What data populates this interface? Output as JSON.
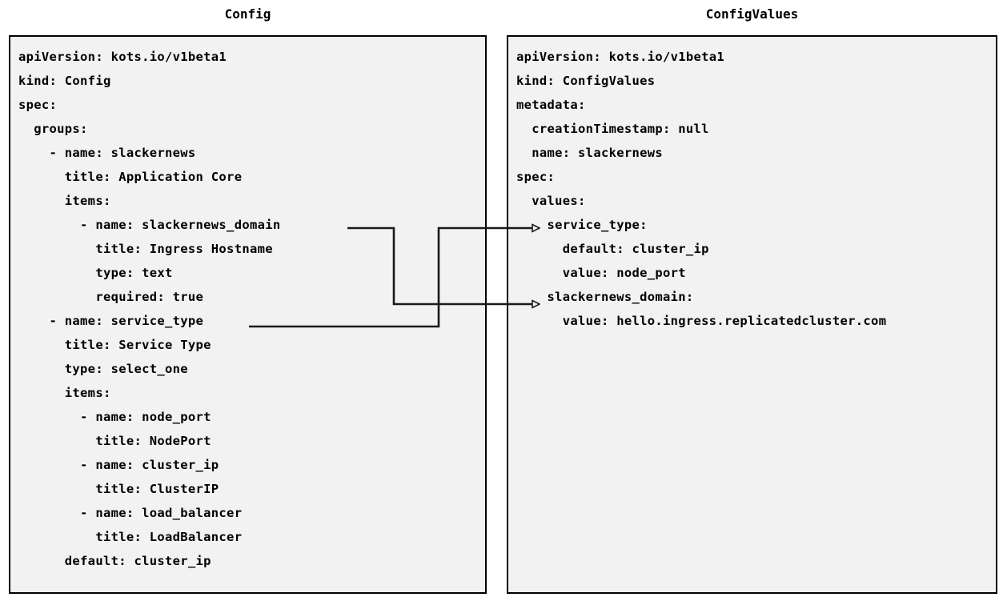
{
  "panels": {
    "left": {
      "title": "Config",
      "lines": [
        "apiVersion: kots.io/v1beta1",
        "kind: Config",
        "spec:",
        "  groups:",
        "    - name: slackernews",
        "      title: Application Core",
        "      items:",
        "        - name: slackernews_domain",
        "          title: Ingress Hostname",
        "          type: text",
        "          required: true",
        "    - name: service_type",
        "      title: Service Type",
        "      type: select_one",
        "      items:",
        "        - name: node_port",
        "          title: NodePort",
        "        - name: cluster_ip",
        "          title: ClusterIP",
        "        - name: load_balancer",
        "          title: LoadBalancer",
        "      default: cluster_ip"
      ]
    },
    "right": {
      "title": "ConfigValues",
      "lines": [
        "apiVersion: kots.io/v1beta1",
        "kind: ConfigValues",
        "metadata:",
        "  creationTimestamp: null",
        "  name: slackernews",
        "spec:",
        "  values:",
        "    service_type:",
        "      default: cluster_ip",
        "      value: node_port",
        "    slackernews_domain:",
        "      value: hello.ingress.replicatedcluster.com"
      ]
    }
  },
  "connections": [
    {
      "name": "slackernews-domain-link",
      "source_label": "slackernews_domain",
      "target_label": "slackernews_domain:",
      "source_line_index": 7,
      "target_line_index": 10
    },
    {
      "name": "service-type-link",
      "source_label": "service_type",
      "target_label": "service_type:",
      "source_line_index": 11,
      "target_line_index": 7
    }
  ],
  "colors": {
    "panel_fill": "#f2f2f2",
    "panel_border": "#000000",
    "text": "#000000",
    "wire": "#1a1a1a",
    "background": "#ffffff"
  }
}
